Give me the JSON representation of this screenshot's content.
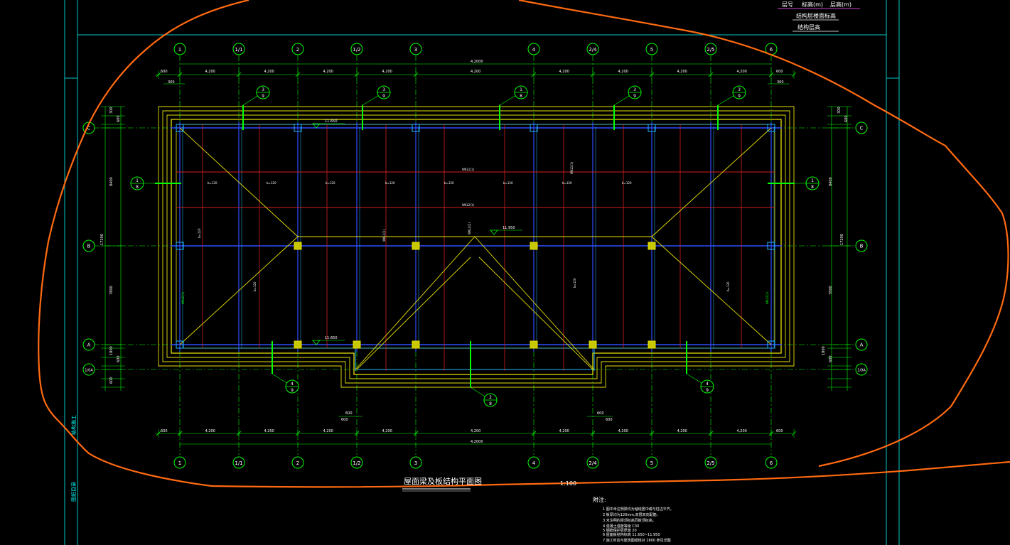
{
  "colors": {
    "background": "#000000",
    "frame": "#00c8c8",
    "axis": "#00ff00",
    "blue_beam": "#2e4dff",
    "cyan_beam": "#22b8ff",
    "red_line": "#d41e1e",
    "yellow": "#e8e000",
    "column": "#c8c800",
    "dim": "#00ff00",
    "markup": "#ff6a10",
    "magenta": "#d040d0",
    "text": "#ffffff"
  },
  "title_block": {
    "row1_a": "层号",
    "row1_b": "标高(m)",
    "row1_c": "层高(m)",
    "row2": "结构层楼面标高",
    "row3": "结构层高"
  },
  "axes_top": [
    "1",
    "1/1",
    "2",
    "1/2",
    "3",
    "4",
    "2/4",
    "5",
    "2/5",
    "6"
  ],
  "axes_side": [
    "C",
    "B",
    "A",
    "1/0A"
  ],
  "dimensions": {
    "overall": "4,2000",
    "bay": "4,200",
    "edge_left": "600",
    "edge_right": "600",
    "small": "300",
    "left_vert": [
      "300",
      "600",
      "8400",
      "17200",
      "7800",
      "1800",
      "600",
      "600"
    ],
    "right_vert": [
      "300",
      "600",
      "8400",
      "17200",
      "7800",
      "1800",
      "600"
    ],
    "bottom_small": [
      "600",
      "600",
      "600",
      "600"
    ]
  },
  "elevations": {
    "top": "11.650",
    "center": "11.950",
    "bottom": "11.650"
  },
  "beam_labels": {
    "horizontal": [
      "b=120",
      "b=120",
      "b=120",
      "b=120",
      "b=120",
      "b=120",
      "b=120",
      "b=120"
    ],
    "vertical": [
      "b=120",
      "b=120",
      "b=120",
      "b=120"
    ],
    "tag_a": "WKL1(1)",
    "tag_b": "WKL2(1)"
  },
  "sections": [
    {
      "top": "3",
      "bottom": "9"
    },
    {
      "top": "3",
      "bottom": "9"
    },
    {
      "top": "1",
      "bottom": "8"
    },
    {
      "top": "3",
      "bottom": "9"
    },
    {
      "top": "3",
      "bottom": "9"
    },
    {
      "top": "1",
      "bottom": "8"
    },
    {
      "top": "1",
      "bottom": "8"
    },
    {
      "top": "4",
      "bottom": "9"
    },
    {
      "top": "2",
      "bottom": "8"
    },
    {
      "top": "4",
      "bottom": "9"
    }
  ],
  "drawing_title": "屋面梁及板结构平面图",
  "scale": "1:100",
  "left_margin_a": "结构施工",
  "left_margin_b": "图纸目录",
  "notes": {
    "heading": "附注:",
    "lines": [
      "1  图中未注明梁均为轴线居中或与柱边平齐。",
      "2  板厚均为120mm,双层双向配筋。",
      "3  未注明的梁顶标高同板顶标高。",
      "4  混凝土强度等级 C30",
      "5  钢筋保护层厚度 20",
      "6  屋面板结构标高  11.650~11.950",
      "7  施工时应与建筑图纸核对  2800  参见详图"
    ]
  }
}
